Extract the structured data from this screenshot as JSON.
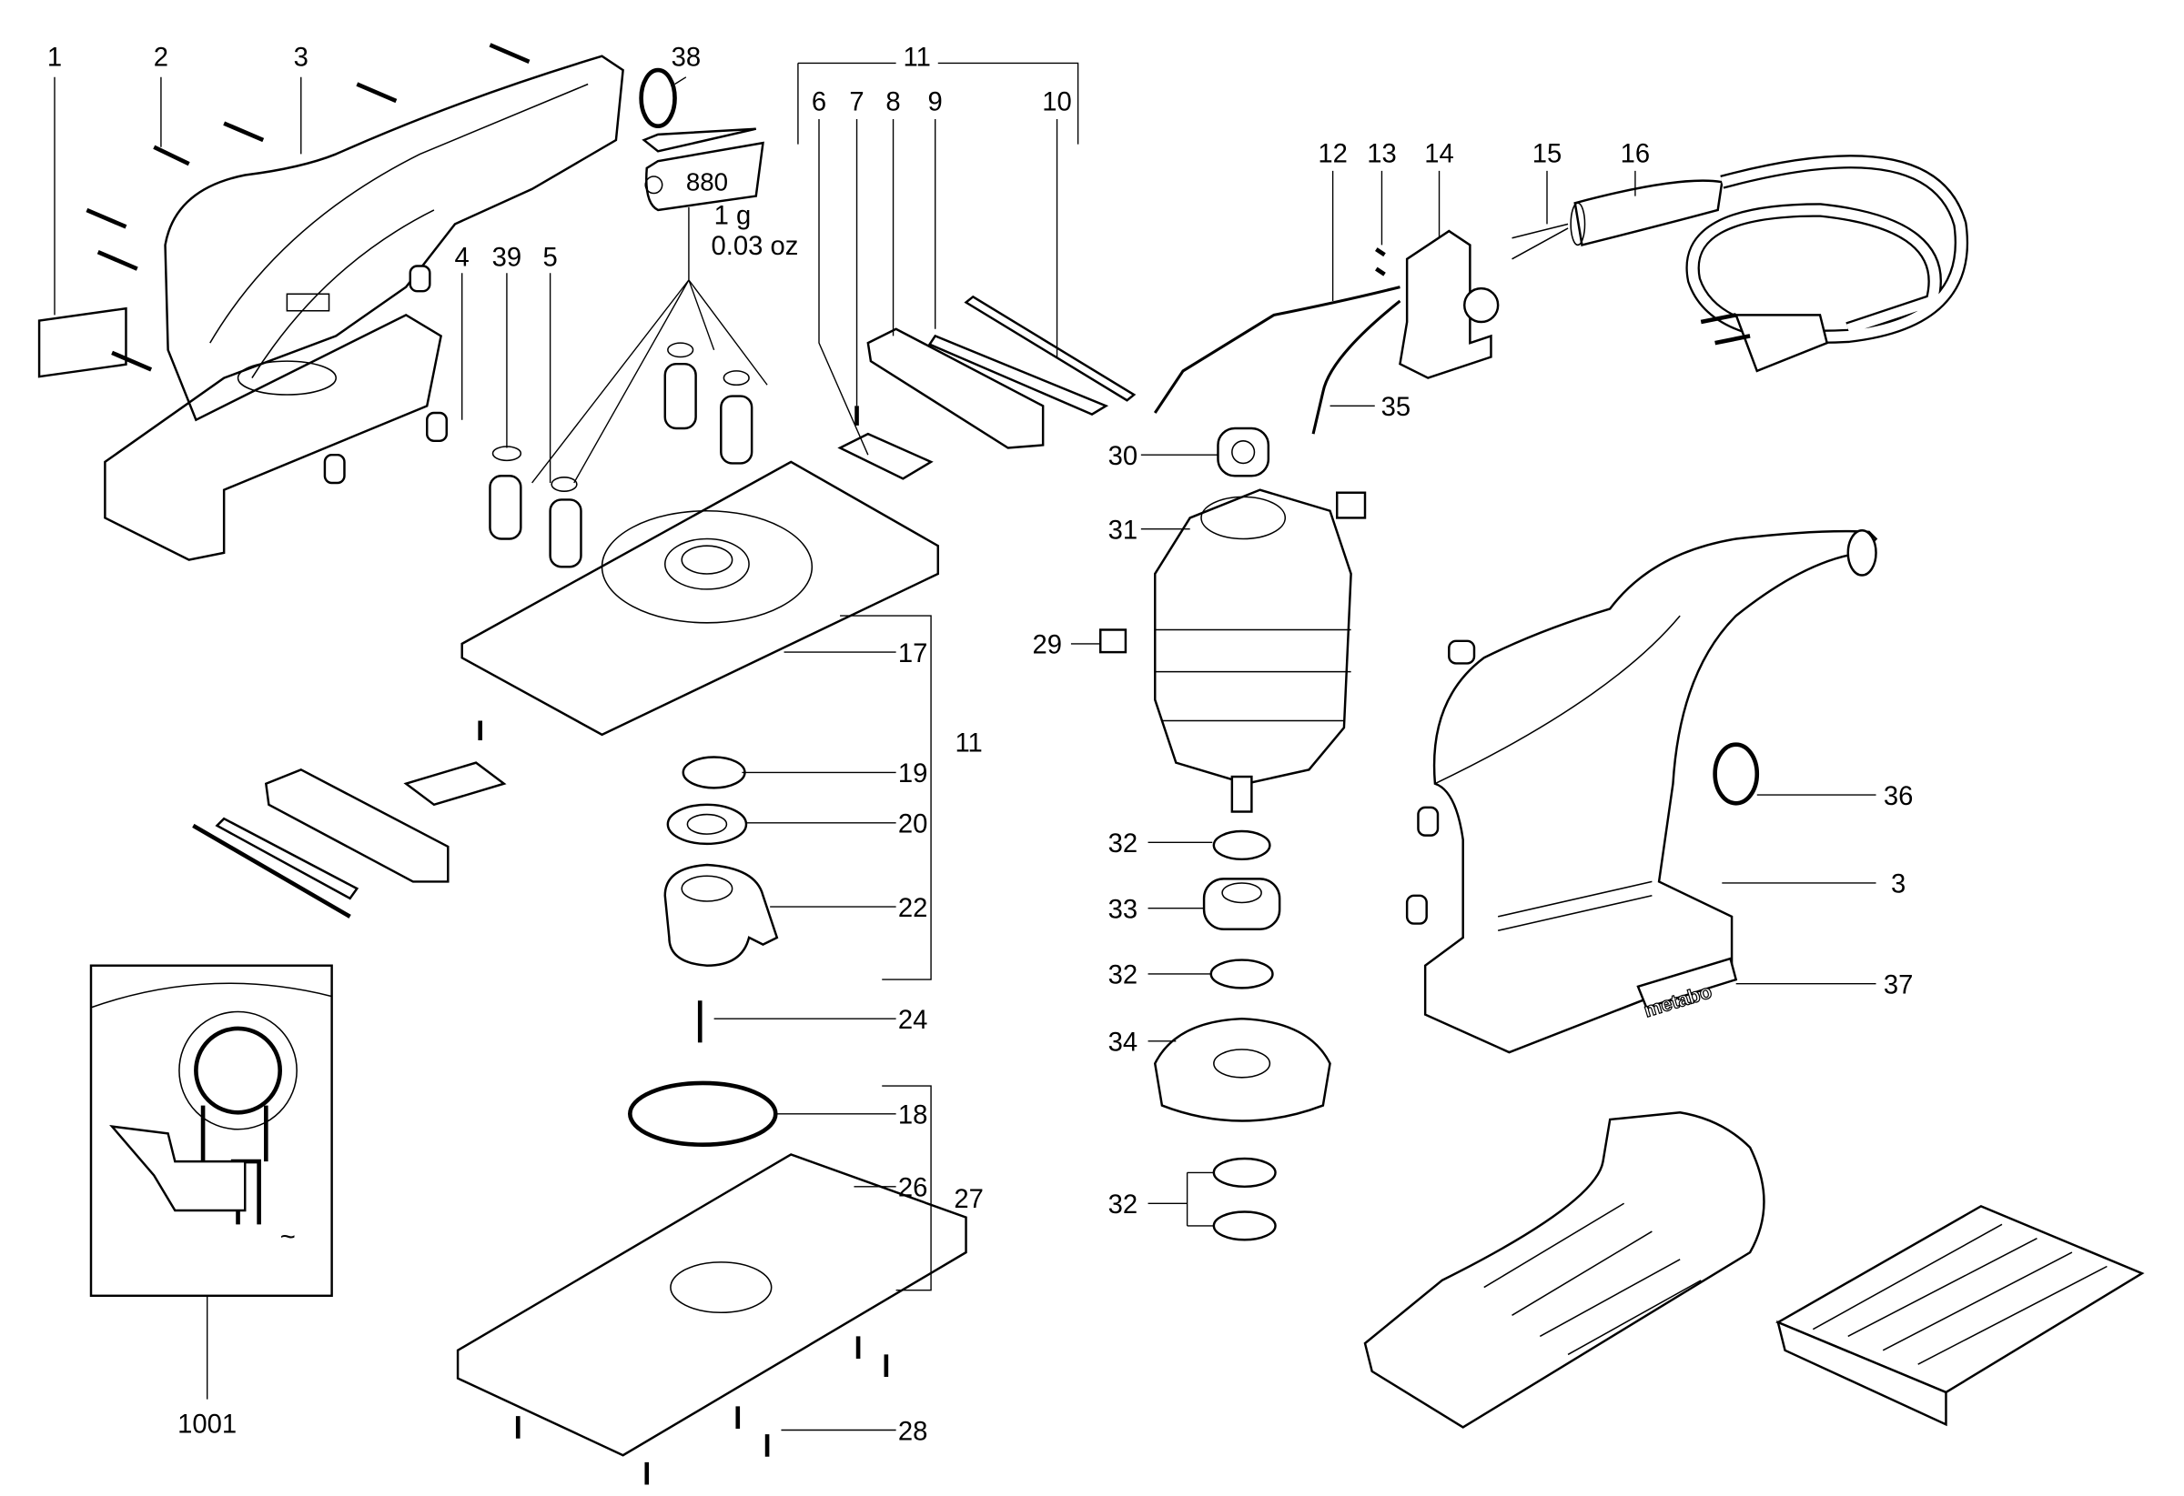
{
  "callouts": {
    "c1": "1",
    "c2": "2",
    "c3": "3",
    "c38": "38",
    "c11a": "11",
    "c6": "6",
    "c7": "7",
    "c8": "8",
    "c9": "9",
    "c10": "10",
    "c4": "4",
    "c39": "39",
    "c5": "5",
    "c12": "12",
    "c13": "13",
    "c14": "14",
    "c15": "15",
    "c16": "16",
    "c35": "35",
    "c30": "30",
    "c31": "31",
    "c29": "29",
    "c17": "17",
    "c11b": "11",
    "c19": "19",
    "c20": "20",
    "c22": "22",
    "c24": "24",
    "c18": "18",
    "c26": "26",
    "c27": "27",
    "c28": "28",
    "c32a": "32",
    "c33": "33",
    "c32b": "32",
    "c34": "34",
    "c32c": "32",
    "c36": "36",
    "c3b": "3",
    "c37": "37",
    "c1001": "1001"
  },
  "grease_tube": {
    "label": "880",
    "weight_g": "1 g",
    "weight_oz": "0.03 oz"
  },
  "brand_logo": "metabo",
  "wiring_symbol": "~"
}
